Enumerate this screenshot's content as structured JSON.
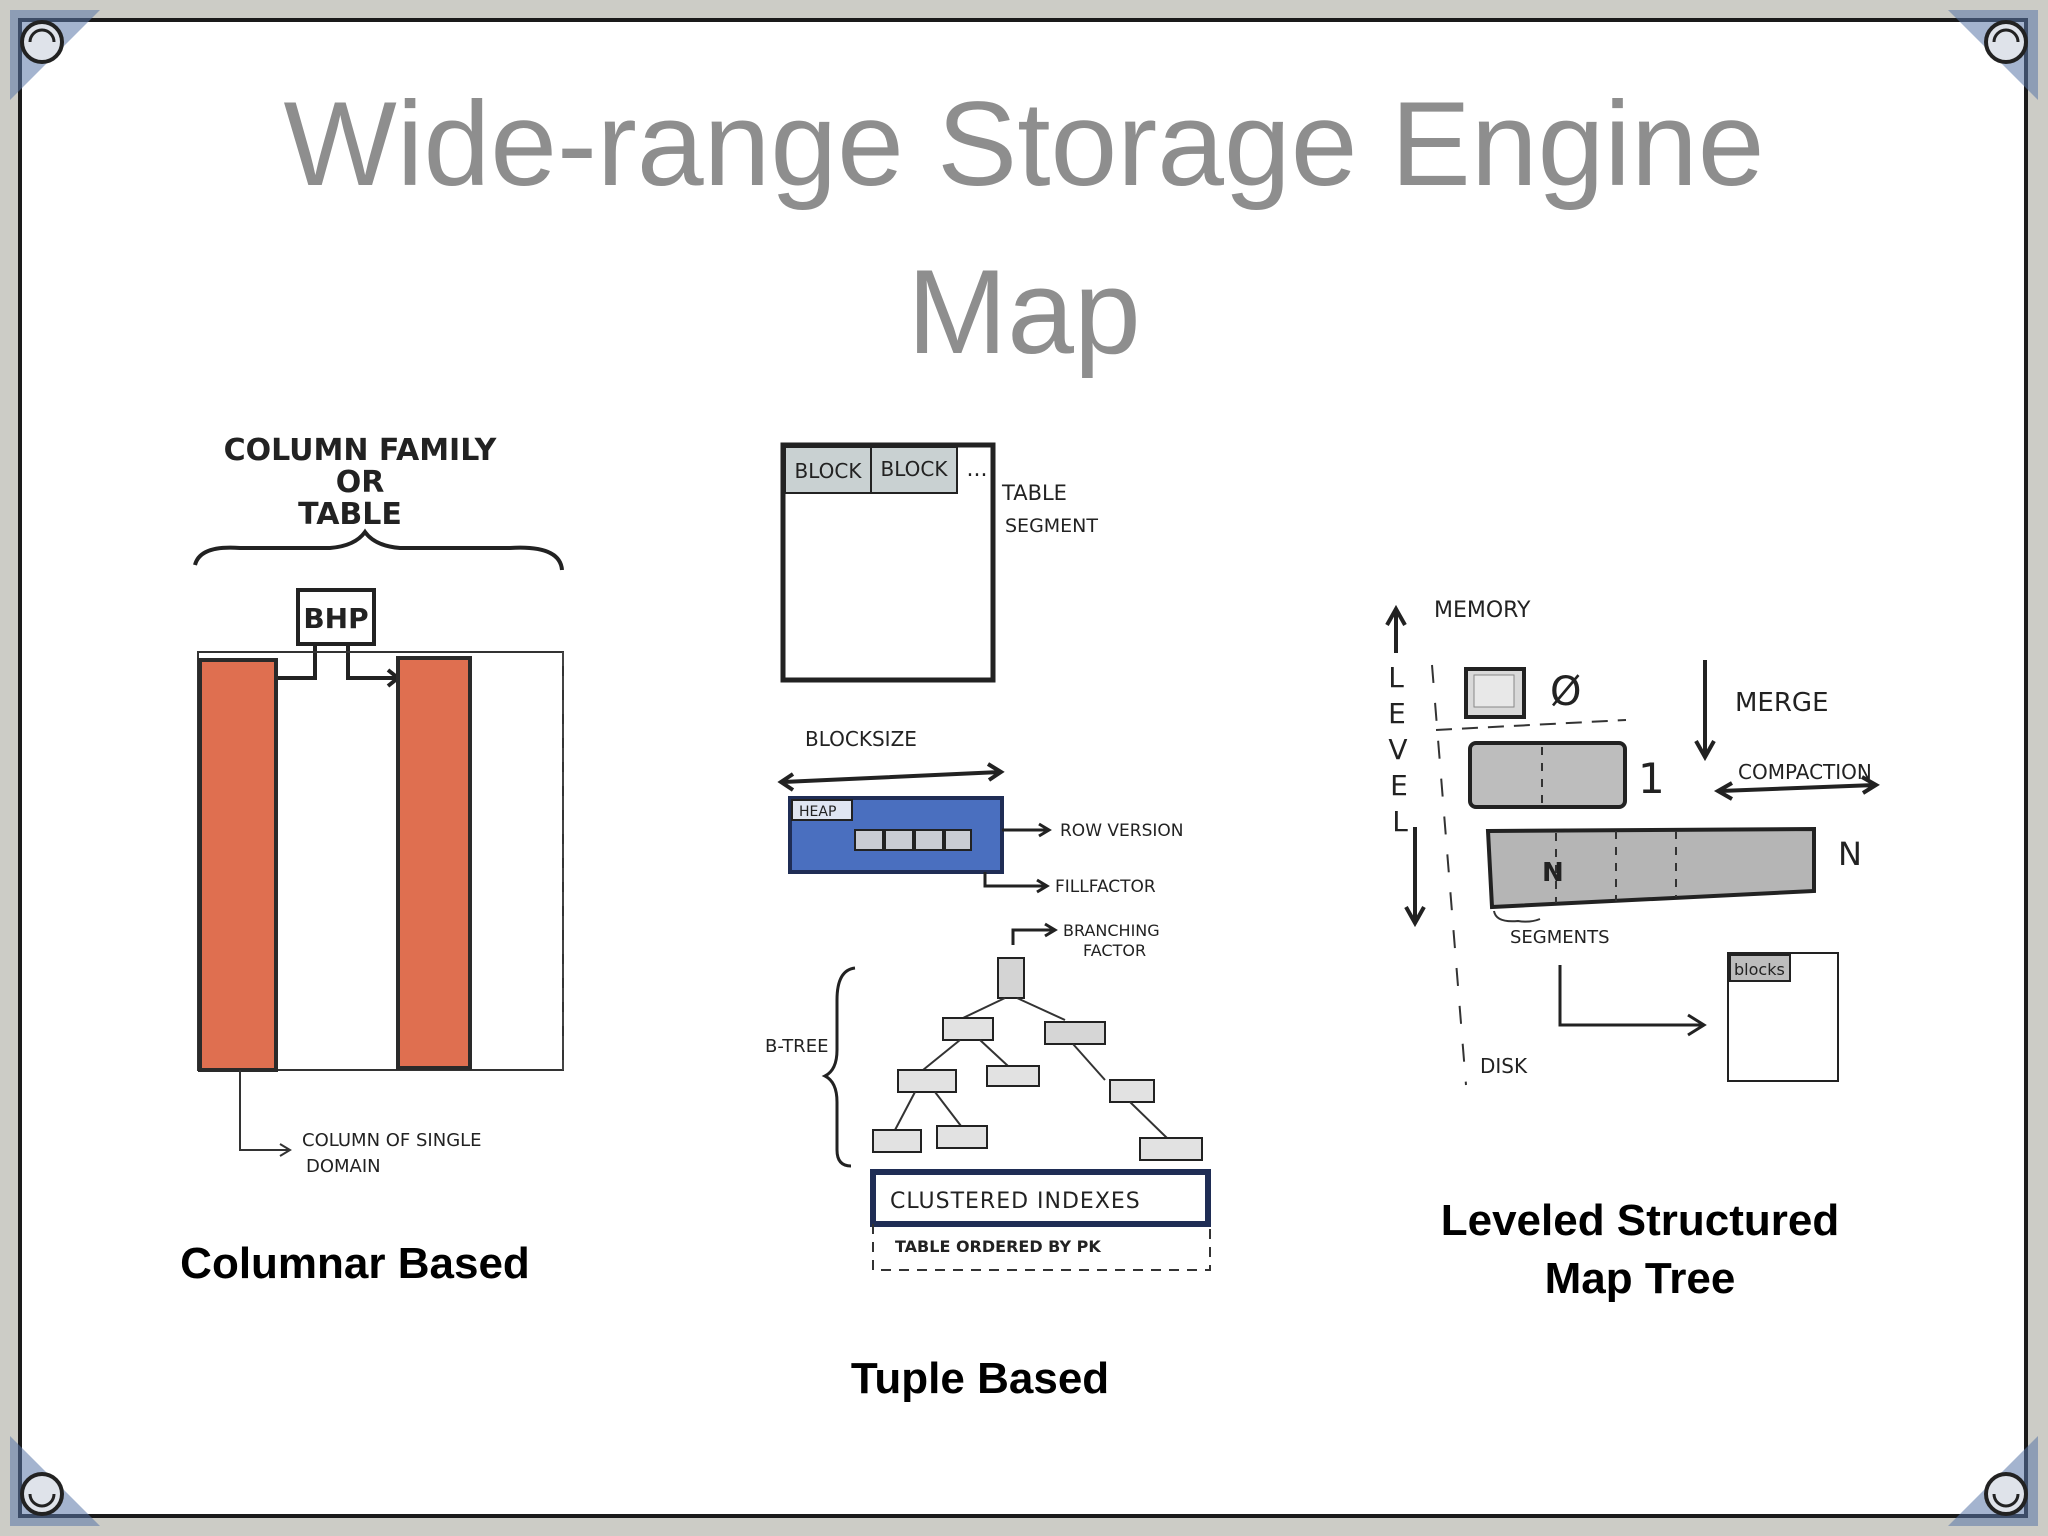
{
  "slide": {
    "title_line1": "Wide-range Storage Engine",
    "title_line2": "Map"
  },
  "captions": {
    "columnar": "Columnar Based",
    "tuple": "Tuple Based",
    "leveled_line1": "Leveled Structured",
    "leveled_line2": "Map Tree"
  },
  "columnar_sketch": {
    "heading_line1": "COLUMN FAMILY",
    "heading_line2": "OR",
    "heading_line3": "TABLE",
    "bhp_label": "BHP",
    "footnote_line1": "COLUMN OF SINGLE",
    "footnote_line2": "DOMAIN",
    "column_color": "#df6f50"
  },
  "tuple_sketch": {
    "block_label_1": "BLOCK",
    "block_label_2": "BLOCK",
    "ellipsis": "...",
    "segment_label_1": "TABLE",
    "segment_label_2": "SEGMENT",
    "blocksize_label": "BLOCKSIZE",
    "heap_label": "HEAP",
    "row_version_label": "ROW VERSION",
    "fillfactor_label": "FILLFACTOR",
    "branching_label_1": "BRANCHING",
    "branching_label_2": "FACTOR",
    "btree_label": "B-TREE",
    "clustered_label": "CLUSTERED INDEXES",
    "ordered_label": "TABLE ORDERED BY PK",
    "heap_color": "#4a6fbf"
  },
  "lsm_sketch": {
    "memory_label": "MEMORY",
    "level_letters": [
      "L",
      "E",
      "V",
      "E",
      "L"
    ],
    "level0_label": "Ø",
    "level1_label": "1",
    "levelN_label": "N",
    "merge_label": "MERGE",
    "compaction_label": "COMPACTION",
    "segment_mark": "N",
    "segments_label": "SEGMENTS",
    "blocks_label": "blocks",
    "disk_label": "DISK"
  }
}
